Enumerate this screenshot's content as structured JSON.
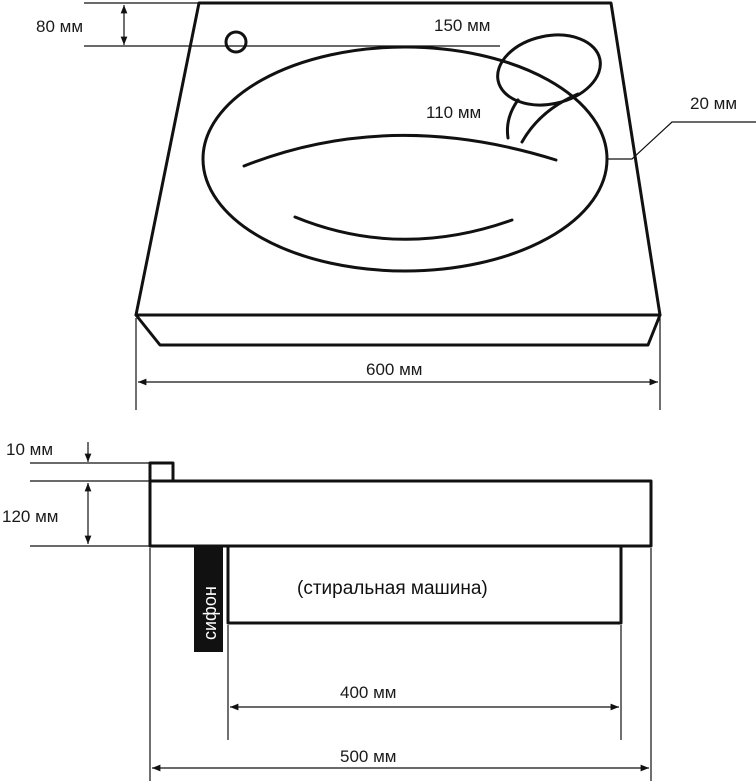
{
  "top_view": {
    "dim_faucet_offset": "80 мм",
    "dim_soap_dish_length": "150 мм",
    "dim_soap_dish_width": "110 мм",
    "dim_rim": "20 мм",
    "dim_width": "600 мм"
  },
  "side_view": {
    "dim_backsplash_height": "10 мм",
    "dim_sink_height": "120 мм",
    "siphon_label": "сифон",
    "washing_machine_label": "(стиральная машина)",
    "dim_machine_width": "400 мм",
    "dim_depth": "500 мм"
  }
}
